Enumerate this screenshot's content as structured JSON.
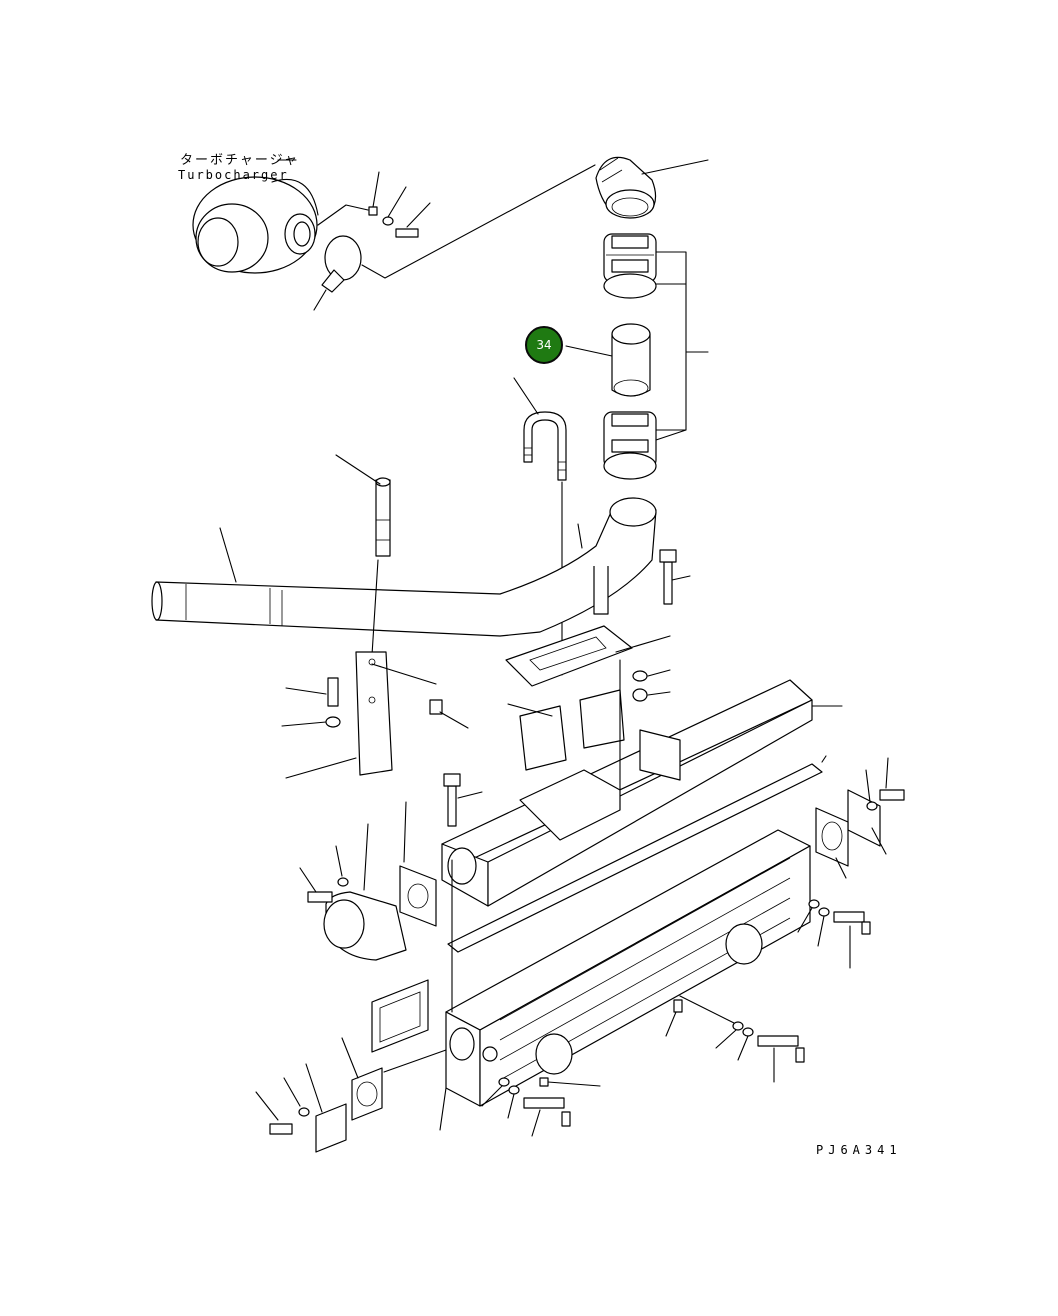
{
  "diagram": {
    "turbocharger_label_jp": "ターボチャージャ",
    "turbocharger_label_en": "Turbocharger",
    "drawing_code": "PJ6A341",
    "callouts": [
      {
        "number": "34",
        "part": "hose",
        "color": "#1f7a12"
      }
    ]
  }
}
